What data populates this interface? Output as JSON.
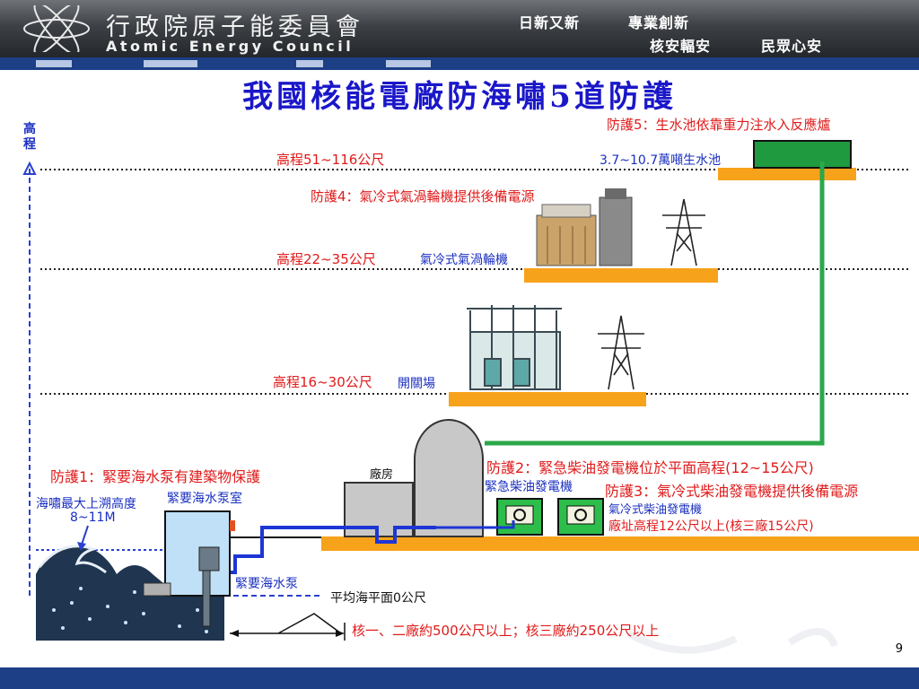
{
  "header": {
    "org_zh": "行政院原子能委員會",
    "org_en": "Atomic Energy Council",
    "slogan_1": "日新又新",
    "slogan_2": "專業創新",
    "slogan_3": "核安輻安",
    "slogan_4": "民眾心安",
    "logo_icon": "atom-icon"
  },
  "title": "我國核能電廠防海嘯5道防護",
  "axis": {
    "label_1": "高",
    "label_2": "程"
  },
  "levels": {
    "level_51_116": "高程51~116公尺",
    "level_22_35": "高程22~35公尺",
    "level_16_30": "高程16~30公尺",
    "sea_level": "平均海平面0公尺"
  },
  "protections": {
    "p1": "防護1：緊要海水泵有建築物保護",
    "p2": "防護2：緊急柴油發電機位於平面高程(12~15公尺)",
    "p3": "防護3：氣冷式柴油發電機提供後備電源",
    "p4": "防護4：氣冷式氣渦輪機提供後備電源",
    "p5": "防護5：生水池依靠重力注水入反應爐"
  },
  "labels": {
    "water_pool": "3.7~10.7萬噸生水池",
    "gas_turbine": "氣冷式氣渦輪機",
    "switchyard": "開關場",
    "plant": "廠房",
    "pump_room": "緊要海水泵室",
    "pump": "緊要海水泵",
    "tsunami_1": "海嘯最大上溯高度",
    "tsunami_2": "8~11M",
    "edg": "緊急柴油發電機",
    "air_edg_1": "氣冷式柴油發電機",
    "air_edg_2": "廠址高程12公尺以上(核三廠15公尺)",
    "distance": "核一、二廠約500公尺以上；核三廠約250公尺以上"
  },
  "page_number": "9",
  "colors": {
    "title": "#1a17c9",
    "red_text": "#e01a1a",
    "blue_text": "#1a2fc0",
    "platform": "#f7a21b",
    "green": "#2aa84a",
    "pipe": "#1c36d6",
    "header_bar": "#1c3f86"
  }
}
